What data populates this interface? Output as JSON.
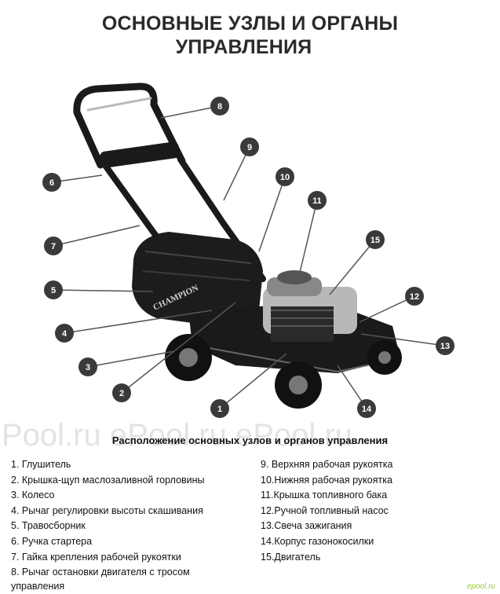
{
  "title_line1": "ОСНОВНЫЕ УЗЛЫ И ОРГАНЫ",
  "title_line2": "УПРАВЛЕНИЯ",
  "brand_on_mower": "CHAMPION",
  "callouts": [
    "1",
    "2",
    "3",
    "4",
    "5",
    "6",
    "7",
    "8",
    "9",
    "10",
    "11",
    "12",
    "13",
    "14",
    "15"
  ],
  "watermark": "Pool.ru     ePool.ru     ePool.ru",
  "caption": "Расположение основных узлов и органов управления",
  "left_items": [
    "1.  Глушитель",
    "2.  Крышка-щуп маслозаливной горловины",
    "3.  Колесо",
    "4.  Рычаг регулировки высоты скашивания",
    "5.  Травосборник",
    "6. Ручка стартера",
    "7.  Гайка крепления рабочей рукоятки",
    "8.  Рычаг остановки двигателя с тросом",
    "     управления"
  ],
  "right_items": [
    "9.   Верхняя рабочая рукоятка",
    "10.Нижняя рабочая рукоятка",
    "11.Крышка топливного бака",
    "12.Ручной топливный насос",
    "13.Свеча зажигания",
    "14.Корпус газонокосилки",
    "15.Двигатель"
  ],
  "corner_mark": "epool.ru",
  "colors": {
    "callout_bg": "#3a3a3a",
    "mower_body": "#1c1c1c",
    "engine_silver": "#b8b8b8"
  }
}
